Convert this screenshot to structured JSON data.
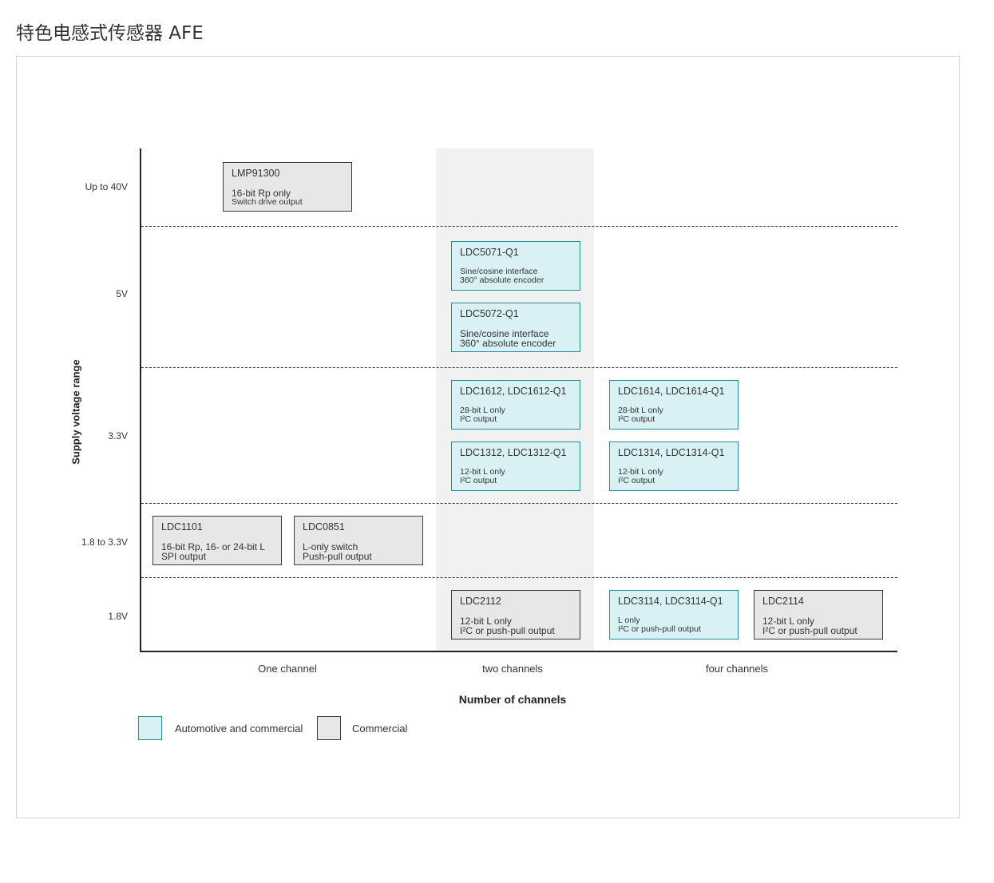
{
  "page": {
    "title": "特色电感式传感器 AFE"
  },
  "colors": {
    "automotive_fill": "#d9f1f4",
    "automotive_border": "#1f8f9c",
    "commercial_fill": "#e7e7e8",
    "commercial_border": "#3a3a3a",
    "highlight_band": "#f1f1f2"
  },
  "diagram": {
    "y_axis_title": "Supply voltage range",
    "x_axis_title": "Number of channels",
    "voltage_levels": [
      "Up to 40V",
      "5V",
      "3.3V",
      "1.8 to 3.3V",
      "1.8V"
    ],
    "channel_groups": [
      "One channel",
      "two channels",
      "four channels"
    ],
    "legend": {
      "automotive": "Automotive and commercial",
      "commercial": "Commercial"
    },
    "devices": [
      {
        "name": "LMP91300",
        "spec": [
          "16-bit Rp only",
          "Switch drive output"
        ],
        "category": "commercial",
        "voltage": "Up to 40V",
        "channels": "One channel"
      },
      {
        "name": "LDC5071-Q1",
        "spec": [
          "Sine/cosine interface",
          "360° absolute encoder"
        ],
        "category": "automotive",
        "voltage": "5V",
        "channels": "two channels"
      },
      {
        "name": "LDC5072-Q1",
        "spec": [
          "Sine/cosine interface",
          "360° absolute encoder"
        ],
        "category": "automotive",
        "voltage": "5V",
        "channels": "two channels"
      },
      {
        "name": "LDC1612, LDC1612-Q1",
        "spec": [
          "28-bit L only",
          "I²C output"
        ],
        "category": "automotive",
        "voltage": "3.3V",
        "channels": "two channels"
      },
      {
        "name": "LDC1614, LDC1614-Q1",
        "spec": [
          "28-bit L only",
          "I²C output"
        ],
        "category": "automotive",
        "voltage": "3.3V",
        "channels": "four channels"
      },
      {
        "name": "LDC1312, LDC1312-Q1",
        "spec": [
          "12-bit L only",
          "I²C output"
        ],
        "category": "automotive",
        "voltage": "3.3V",
        "channels": "two channels"
      },
      {
        "name": "LDC1314, LDC1314-Q1",
        "spec": [
          "12-bit L only",
          "I²C output"
        ],
        "category": "automotive",
        "voltage": "3.3V",
        "channels": "four channels"
      },
      {
        "name": "LDC1101",
        "spec": [
          "16-bit Rp, 16- or 24-bit L",
          "SPI output"
        ],
        "category": "commercial",
        "voltage": "1.8 to 3.3V",
        "channels": "One channel"
      },
      {
        "name": "LDC0851",
        "spec": [
          "L-only switch",
          "Push-pull output"
        ],
        "category": "commercial",
        "voltage": "1.8 to 3.3V",
        "channels": "One channel"
      },
      {
        "name": "LDC2112",
        "spec": [
          "12-bit L only",
          "I²C or push-pull output"
        ],
        "category": "commercial",
        "voltage": "1.8V",
        "channels": "two channels"
      },
      {
        "name": "LDC3114, LDC3114-Q1",
        "spec": [
          "L only",
          "I²C or push-pull output"
        ],
        "category": "automotive",
        "voltage": "1.8V",
        "channels": "four channels"
      },
      {
        "name": "LDC2114",
        "spec": [
          "12-bit L only",
          "I²C or push-pull output"
        ],
        "category": "commercial",
        "voltage": "1.8V",
        "channels": "four channels"
      }
    ]
  }
}
